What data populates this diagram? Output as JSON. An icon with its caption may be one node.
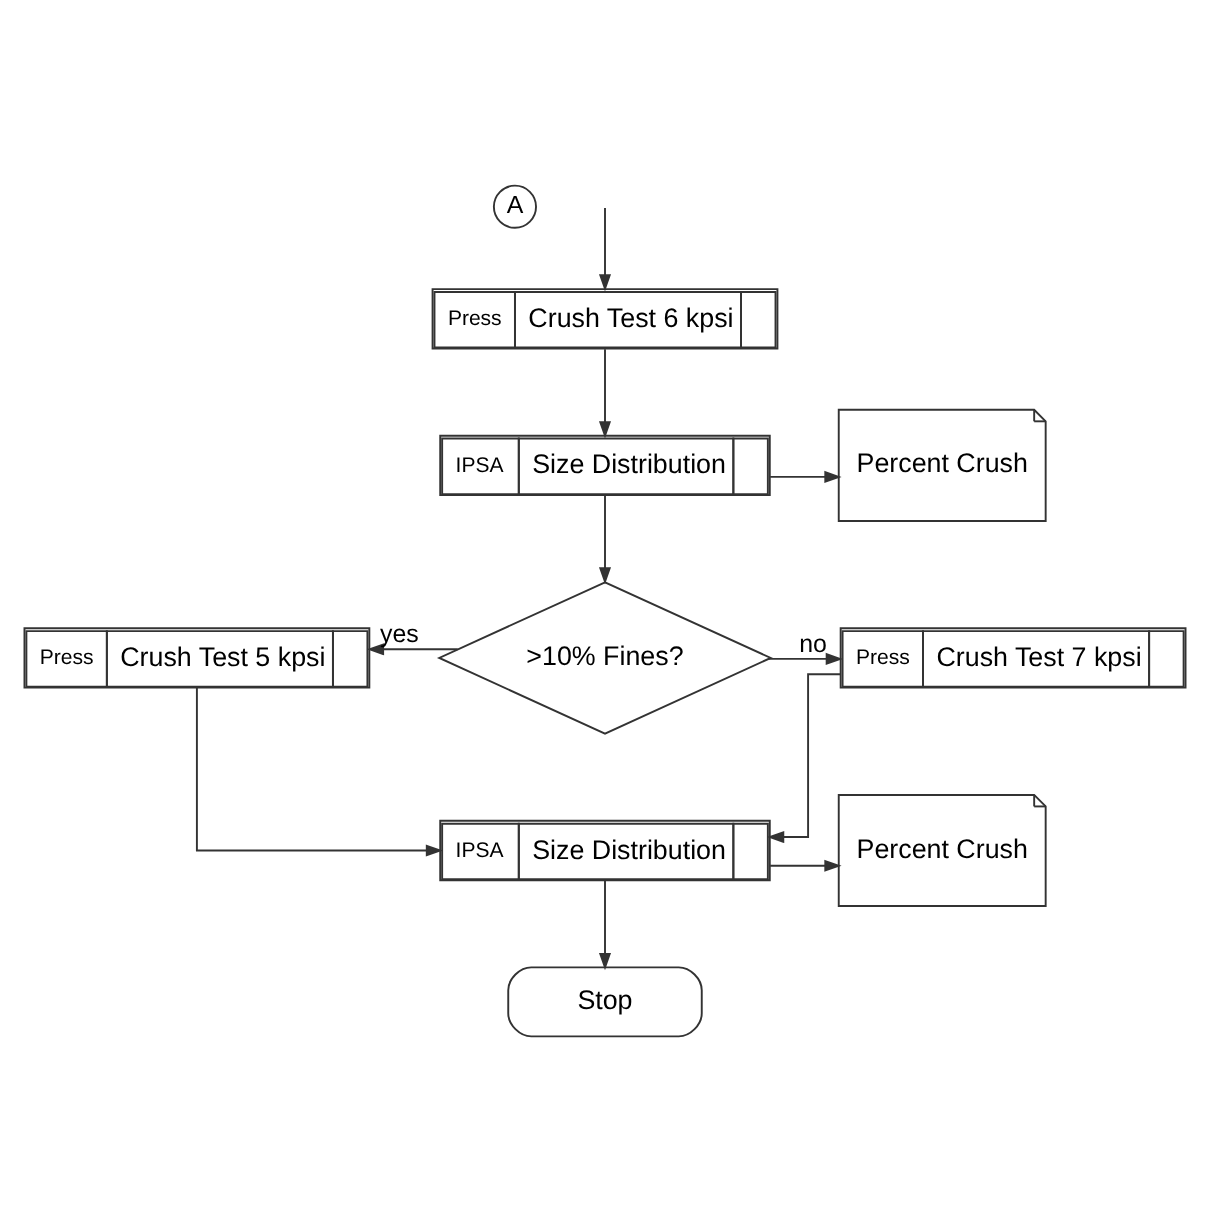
{
  "diagram": {
    "nodes": [
      {
        "text": [
          "A"
        ]
      },
      {
        "text": [
          "Press",
          "Crush Test 6 kpsi"
        ]
      },
      {
        "text": [
          "IPSA",
          "Size Distribution"
        ]
      },
      {
        "text": [
          "Percent Crush"
        ]
      },
      {
        "text": [
          ">10% Fines?"
        ]
      },
      {
        "text": [
          "Press",
          "Crush Test 5 kpsi"
        ]
      },
      {
        "text": [
          "Press",
          "Crush Test 7 kpsi"
        ]
      },
      {
        "text": [
          "IPSA",
          "Size Distribution"
        ]
      },
      {
        "text": [
          "Percent Crush"
        ]
      },
      {
        "text": [
          "Stop"
        ]
      }
    ],
    "edges": [
      {
        "from": null,
        "to": 1,
        "arrow": "to"
      },
      {
        "from": 1,
        "to": 2,
        "arrow": "to"
      },
      {
        "from": 2,
        "to": 3,
        "arrow": "to"
      },
      {
        "from": 2,
        "to": 4,
        "arrow": "to"
      },
      {
        "from": 4,
        "to": 5,
        "label": "yes",
        "arrow": "to"
      },
      {
        "from": 4,
        "to": 6,
        "label": "no",
        "arrow": "to"
      },
      {
        "from": 5,
        "to": 7,
        "arrow": "to"
      },
      {
        "from": 6,
        "to": 7,
        "arrow": "to"
      },
      {
        "from": 7,
        "to": 8,
        "arrow": "to"
      },
      {
        "from": 7,
        "to": 9,
        "arrow": "to"
      }
    ]
  }
}
